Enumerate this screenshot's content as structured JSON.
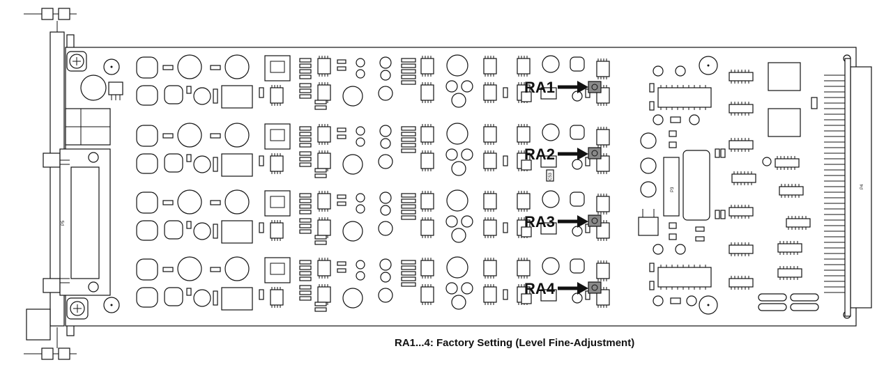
{
  "labels": {
    "ra1": "RA1",
    "ra2": "RA2",
    "ra3": "RA3",
    "ra4": "RA4",
    "caption": "RA1...4: Factory Setting (Level Fine-Adjustment)",
    "p5": "P5",
    "p3": "P3",
    "p4": "P4",
    "c53": "C53"
  },
  "colors": {
    "line": "#111111",
    "trimmer_fill": "#8a8a8a",
    "background": "#ffffff"
  }
}
